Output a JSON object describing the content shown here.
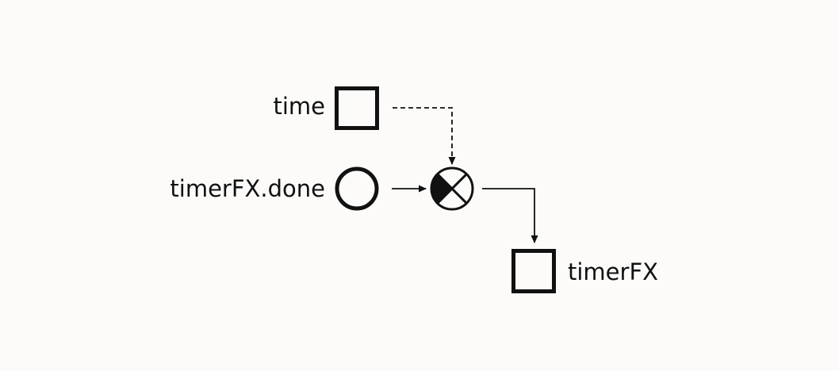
{
  "nodes": {
    "time": {
      "label": "time",
      "shape": "square"
    },
    "timer_done": {
      "label": "timerFX.done",
      "shape": "circle"
    },
    "combine": {
      "shape": "circle-with-x",
      "filled_quadrant": "left"
    },
    "timer": {
      "label": "timerFX",
      "shape": "square"
    }
  },
  "edges": [
    {
      "from": "time",
      "to": "combine",
      "style": "dashed"
    },
    {
      "from": "timer_done",
      "to": "combine",
      "style": "solid"
    },
    {
      "from": "combine",
      "to": "timer",
      "style": "solid"
    }
  ],
  "colors": {
    "background": "#fcfbf9",
    "stroke": "#111111"
  }
}
